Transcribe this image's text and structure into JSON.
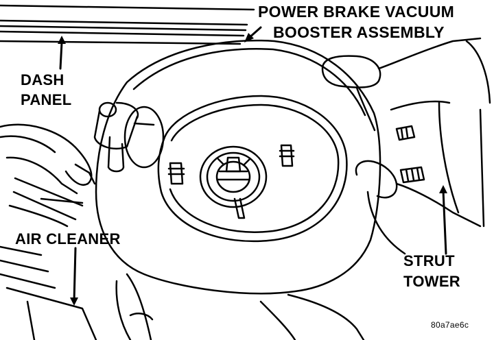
{
  "labels": {
    "booster_line1": "POWER BRAKE VACUUM",
    "booster_line2": "BOOSTER ASSEMBLY",
    "dash_line1": "DASH",
    "dash_line2": "PANEL",
    "air_cleaner": "AIR CLEANER",
    "strut_line1": "STRUT",
    "strut_line2": "TOWER",
    "figure_code": "80a7ae6c"
  },
  "colors": {
    "ink": "#000000",
    "paper": "#ffffff"
  }
}
